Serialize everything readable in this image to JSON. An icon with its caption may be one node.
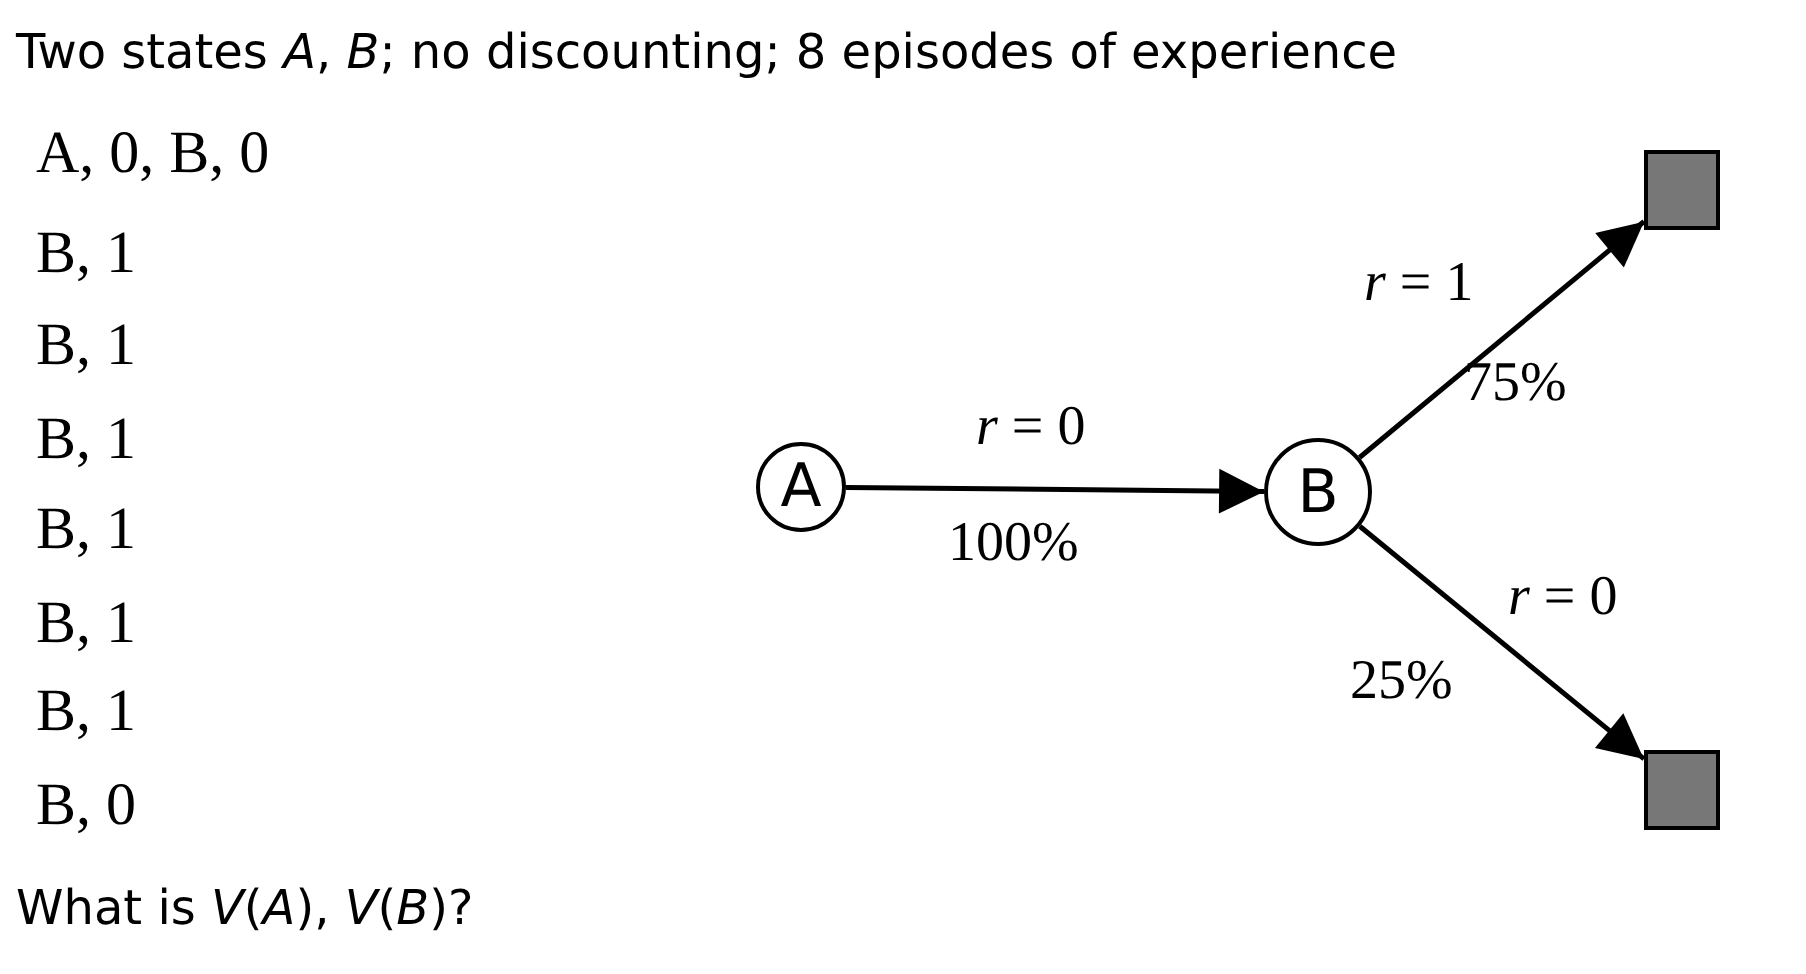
{
  "diagram": {
    "title": "Two states *A*, *B*; no discounting; 8 episodes of experience",
    "caption": "What is *V*(*A*), *V*(*B*)?",
    "nodes": [
      {
        "text": [
          "A"
        ]
      },
      {
        "text": [
          "B"
        ]
      },
      {
        "text": [],
        "shape": "box"
      },
      {
        "text": [],
        "shape": "box"
      }
    ],
    "edges": [
      {
        "from": 0,
        "to": 1,
        "arrow": "to",
        "label": "*r* = 0"
      },
      {
        "from": 1,
        "to": 2,
        "arrow": "to",
        "label": "*r* = 1"
      },
      {
        "from": 1,
        "to": 3,
        "arrow": "to",
        "label": "*r* = 0"
      }
    ],
    "labels": [
      "A, 0, B, 0",
      "B, 1",
      "B, 1",
      "B, 1",
      "B, 1",
      "B, 1",
      "B, 1",
      "B, 0",
      "100%",
      "75%",
      "25%"
    ]
  }
}
